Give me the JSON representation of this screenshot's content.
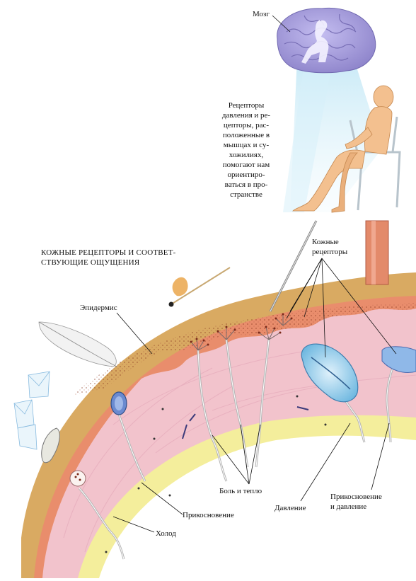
{
  "labels": {
    "brain": "Мозг",
    "proprio": [
      "Рецепторы",
      "давления и ре-",
      "цепторы, рас-",
      "положенные в",
      "мышцах и су-",
      "хожилиях,",
      "помогают нам",
      "ориентиро-",
      "ваться в про-",
      "странстве"
    ],
    "title": [
      "КОЖНЫЕ РЕЦЕПТОРЫ И СООТВЕТ-",
      "СТВУЮЩИЕ ОЩУЩЕНИЯ"
    ],
    "skin_receptors": [
      "Кожные",
      "рецепторы"
    ],
    "epidermis": "Эпидермис",
    "pain_heat": "Боль и тепло",
    "touch": "Прикосновение",
    "cold": "Холод",
    "pressure": "Давление",
    "touch_pressure": [
      "Прикосновение",
      "и давление"
    ]
  },
  "colors": {
    "brain": "#a39ad8",
    "skin_outer": "#d4a25a",
    "epidermis": "#e8906a",
    "dermis": "#f3c6cf",
    "fat": "#f2ec9a",
    "nerve": "#cccccc",
    "receptor_blue": "#6fb8e0",
    "body_skin": "#f3c08f"
  }
}
